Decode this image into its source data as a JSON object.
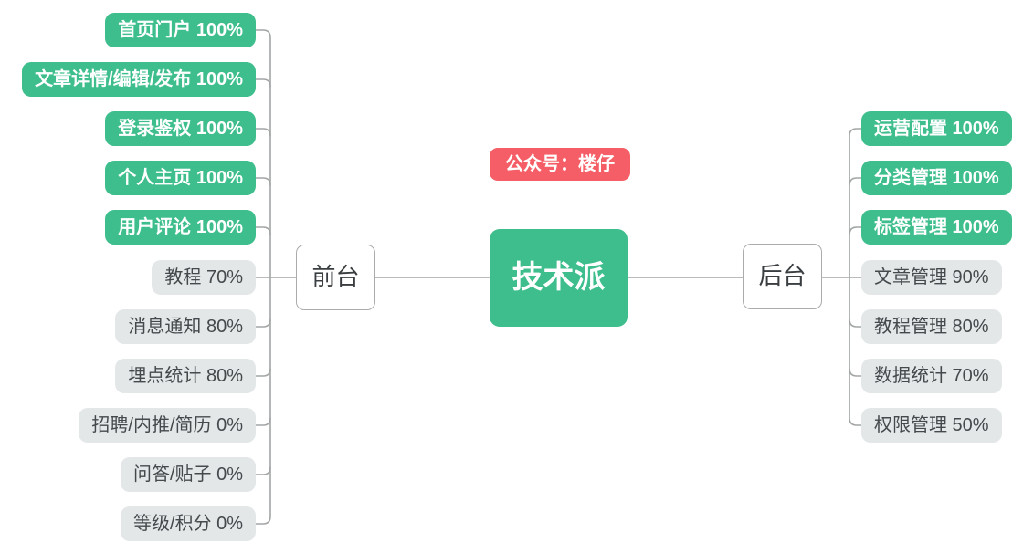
{
  "palette": {
    "done_green": "#3dbe8c",
    "wip_gray": "#e3e7e8",
    "badge_red": "#f55e66",
    "line_gray": "#a2a5a6",
    "dark_text": "#45494c",
    "white_text": "#ffffff"
  },
  "badge": {
    "label": "公众号：楼仔"
  },
  "root": {
    "label": "技术派"
  },
  "branches": {
    "front": {
      "label": "前台",
      "children": [
        {
          "label": "首页门户 100%",
          "name": "首页门户",
          "progress": "100%",
          "status": "done"
        },
        {
          "label": "文章详情/编辑/发布 100%",
          "name": "文章详情/编辑/发布",
          "progress": "100%",
          "status": "done"
        },
        {
          "label": "登录鉴权 100%",
          "name": "登录鉴权",
          "progress": "100%",
          "status": "done"
        },
        {
          "label": "个人主页 100%",
          "name": "个人主页",
          "progress": "100%",
          "status": "done"
        },
        {
          "label": "用户评论 100%",
          "name": "用户评论",
          "progress": "100%",
          "status": "done"
        },
        {
          "label": "教程 70%",
          "name": "教程",
          "progress": "70%",
          "status": "wip"
        },
        {
          "label": "消息通知 80%",
          "name": "消息通知",
          "progress": "80%",
          "status": "wip"
        },
        {
          "label": "埋点统计 80%",
          "name": "埋点统计",
          "progress": "80%",
          "status": "wip"
        },
        {
          "label": "招聘/内推/简历 0%",
          "name": "招聘/内推/简历",
          "progress": "0%",
          "status": "wip"
        },
        {
          "label": "问答/贴子 0%",
          "name": "问答/贴子",
          "progress": "0%",
          "status": "wip"
        },
        {
          "label": "等级/积分 0%",
          "name": "等级/积分",
          "progress": "0%",
          "status": "wip"
        }
      ]
    },
    "back": {
      "label": "后台",
      "children": [
        {
          "label": "运营配置 100%",
          "name": "运营配置",
          "progress": "100%",
          "status": "done"
        },
        {
          "label": "分类管理 100%",
          "name": "分类管理",
          "progress": "100%",
          "status": "done"
        },
        {
          "label": "标签管理 100%",
          "name": "标签管理",
          "progress": "100%",
          "status": "done"
        },
        {
          "label": "文章管理 90%",
          "name": "文章管理",
          "progress": "90%",
          "status": "wip"
        },
        {
          "label": "教程管理 80%",
          "name": "教程管理",
          "progress": "80%",
          "status": "wip"
        },
        {
          "label": "数据统计 70%",
          "name": "数据统计",
          "progress": "70%",
          "status": "wip"
        },
        {
          "label": "权限管理 50%",
          "name": "权限管理",
          "progress": "50%",
          "status": "wip"
        }
      ]
    }
  }
}
